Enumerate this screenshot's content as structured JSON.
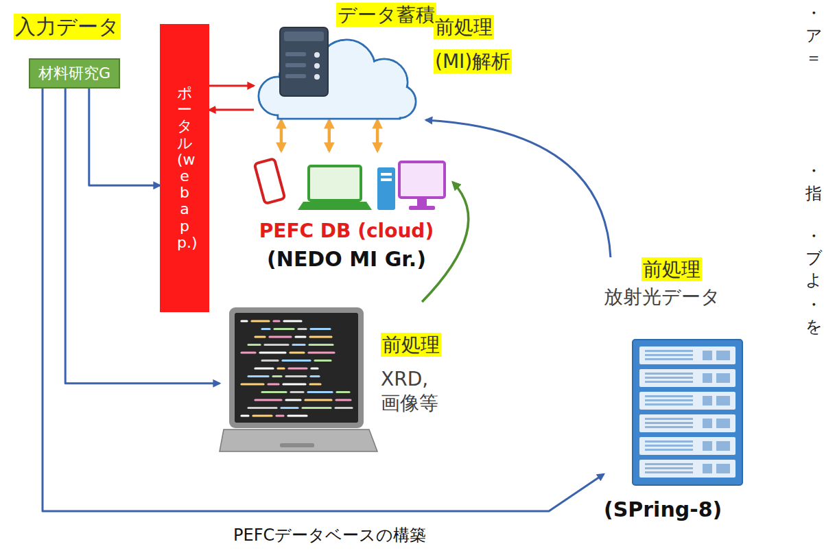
{
  "diagram": {
    "caption": "PEFCデータベースの構築",
    "nodes": [
      {
        "text": [
          "材料研究G"
        ]
      },
      {
        "text": [
          "ポータル(web app.)"
        ]
      },
      {
        "text": [
          "データ蓄積",
          "前処理",
          "(MI)解析"
        ]
      },
      {
        "text": [
          "PEFC DB (cloud)",
          "(NEDO MI Gr.)"
        ]
      },
      {
        "text": [
          "前処理",
          "XRD, 画像等"
        ]
      },
      {
        "text": [
          "前処理",
          "放射光データ",
          "(SPring-8)"
        ]
      }
    ],
    "edges": [
      {
        "from": 0,
        "to": 1,
        "arrow": "to"
      },
      {
        "from": 0,
        "to": 4,
        "arrow": "to"
      },
      {
        "from": 0,
        "to": 5,
        "arrow": "to"
      },
      {
        "from": 1,
        "to": 2,
        "arrow": "to"
      },
      {
        "from": 2,
        "to": 1,
        "arrow": "to"
      },
      {
        "from": 2,
        "to": 3,
        "arrow": "both"
      },
      {
        "from": 2,
        "to": 3,
        "arrow": "both"
      },
      {
        "from": 2,
        "to": 3,
        "arrow": "both"
      },
      {
        "from": 4,
        "to": 3,
        "arrow": "to"
      },
      {
        "from": 5,
        "to": 2,
        "arrow": "to"
      }
    ],
    "labels": [
      "入力データ",
      "・",
      "ア",
      "＝",
      "・",
      "指",
      "・",
      "ブ",
      "よ",
      "・",
      "を"
    ]
  }
}
